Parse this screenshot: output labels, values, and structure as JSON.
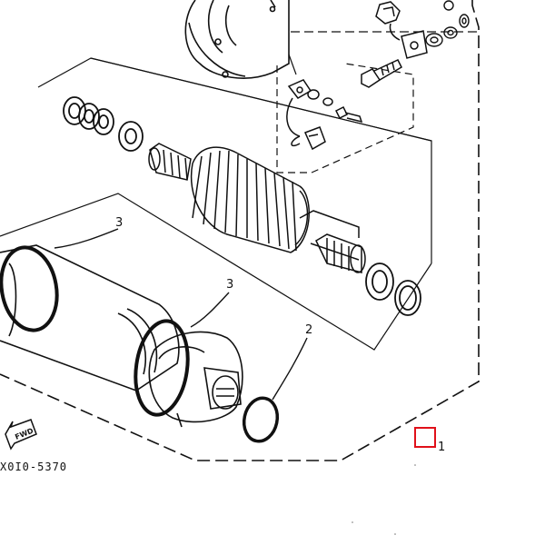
{
  "diagram": {
    "callouts": {
      "part_3_upper": "3",
      "part_3_lower": "3",
      "part_2": "2",
      "part_1": "1"
    },
    "fwd_label": "FWD",
    "part_code": "X0I0-5370",
    "colors": {
      "line": "#111111",
      "highlight": "#e0101a",
      "background": "#ffffff"
    }
  }
}
